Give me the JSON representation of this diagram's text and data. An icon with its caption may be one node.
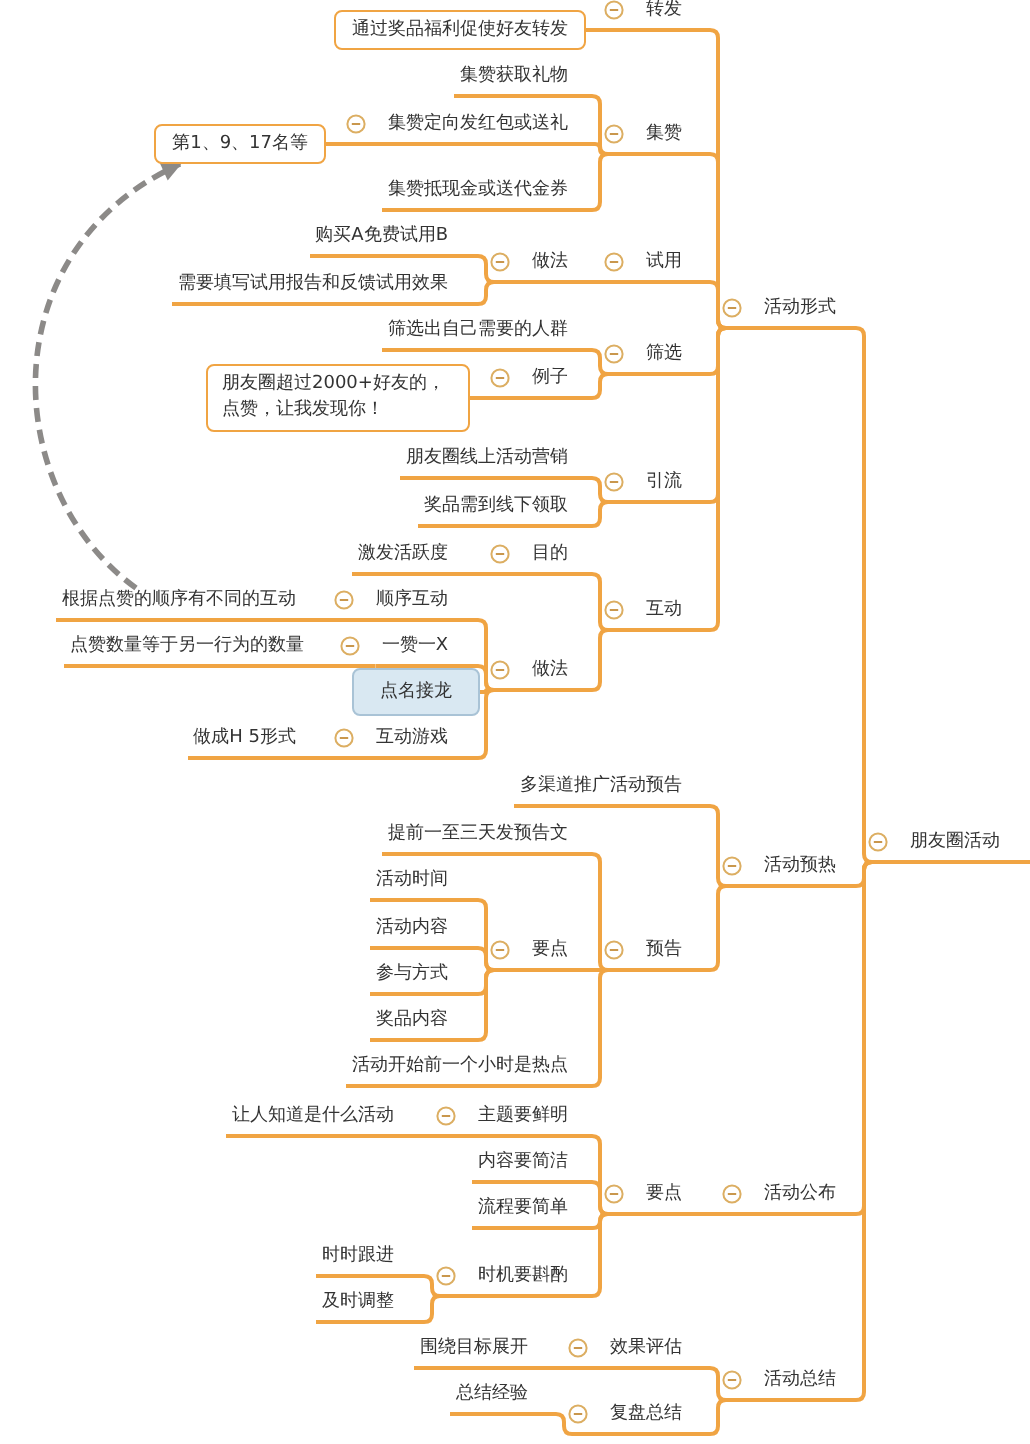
{
  "diagram": {
    "nodes": [
      {
        "text": [
          "朋友圈活动"
        ]
      },
      {
        "text": [
          "活动形式"
        ]
      },
      {
        "text": [
          "转发"
        ]
      },
      {
        "text": [
          "通过奖品福利促使好友转发"
        ]
      },
      {
        "text": [
          "集赞"
        ]
      },
      {
        "text": [
          "集赞获取礼物"
        ]
      },
      {
        "text": [
          "集赞定向发红包或送礼"
        ]
      },
      {
        "text": [
          "第1、9、17名等"
        ]
      },
      {
        "text": [
          "集赞抵现金或送代金券"
        ]
      },
      {
        "text": [
          "试用"
        ]
      },
      {
        "text": [
          "做法"
        ]
      },
      {
        "text": [
          "购买A免费试用B"
        ]
      },
      {
        "text": [
          "需要填写试用报告和反馈试用效果"
        ]
      },
      {
        "text": [
          "筛选"
        ]
      },
      {
        "text": [
          "筛选出自己需要的人群"
        ]
      },
      {
        "text": [
          "例子"
        ]
      },
      {
        "text": [
          "朋友圈超过2000+好友的，点赞，让我发现你！"
        ]
      },
      {
        "text": [
          "引流"
        ]
      },
      {
        "text": [
          "朋友圈线上活动营销"
        ]
      },
      {
        "text": [
          "奖品需到线下领取"
        ]
      },
      {
        "text": [
          "互动"
        ]
      },
      {
        "text": [
          "目的"
        ]
      },
      {
        "text": [
          "激发活跃度"
        ]
      },
      {
        "text": [
          "做法"
        ]
      },
      {
        "text": [
          "顺序互动"
        ]
      },
      {
        "text": [
          "根据点赞的顺序有不同的互动"
        ]
      },
      {
        "text": [
          "一赞一X"
        ]
      },
      {
        "text": [
          "点赞数量等于另一行为的数量"
        ]
      },
      {
        "text": [
          "点名接龙"
        ]
      },
      {
        "text": [
          "互动游戏"
        ]
      },
      {
        "text": [
          "做成H 5形式"
        ]
      },
      {
        "text": [
          "活动预热"
        ]
      },
      {
        "text": [
          "多渠道推广活动预告"
        ]
      },
      {
        "text": [
          "预告"
        ]
      },
      {
        "text": [
          "提前一至三天发预告文"
        ]
      },
      {
        "text": [
          "要点"
        ]
      },
      {
        "text": [
          "活动时间"
        ]
      },
      {
        "text": [
          "活动内容"
        ]
      },
      {
        "text": [
          "参与方式"
        ]
      },
      {
        "text": [
          "奖品内容"
        ]
      },
      {
        "text": [
          "活动开始前一个小时是热点"
        ]
      },
      {
        "text": [
          "活动公布"
        ]
      },
      {
        "text": [
          "要点"
        ]
      },
      {
        "text": [
          "主题要鲜明"
        ]
      },
      {
        "text": [
          "让人知道是什么活动"
        ]
      },
      {
        "text": [
          "内容要简洁"
        ]
      },
      {
        "text": [
          "流程要简单"
        ]
      },
      {
        "text": [
          "时机要斟酌"
        ]
      },
      {
        "text": [
          "时时跟进"
        ]
      },
      {
        "text": [
          "及时调整"
        ]
      },
      {
        "text": [
          "活动总结"
        ]
      },
      {
        "text": [
          "效果评估"
        ]
      },
      {
        "text": [
          "围绕目标展开"
        ]
      },
      {
        "text": [
          "复盘总结"
        ]
      },
      {
        "text": [
          "总结经验"
        ]
      }
    ],
    "edges": [
      {
        "from": 0,
        "to": 1,
        "arrow": "none"
      },
      {
        "from": 1,
        "to": 2,
        "arrow": "none"
      },
      {
        "from": 2,
        "to": 3,
        "arrow": "none"
      },
      {
        "from": 1,
        "to": 4,
        "arrow": "none"
      },
      {
        "from": 4,
        "to": 5,
        "arrow": "none"
      },
      {
        "from": 4,
        "to": 6,
        "arrow": "none"
      },
      {
        "from": 6,
        "to": 7,
        "arrow": "none"
      },
      {
        "from": 4,
        "to": 8,
        "arrow": "none"
      },
      {
        "from": 1,
        "to": 9,
        "arrow": "none"
      },
      {
        "from": 9,
        "to": 10,
        "arrow": "none"
      },
      {
        "from": 10,
        "to": 11,
        "arrow": "none"
      },
      {
        "from": 10,
        "to": 12,
        "arrow": "none"
      },
      {
        "from": 1,
        "to": 13,
        "arrow": "none"
      },
      {
        "from": 13,
        "to": 14,
        "arrow": "none"
      },
      {
        "from": 13,
        "to": 15,
        "arrow": "none"
      },
      {
        "from": 15,
        "to": 16,
        "arrow": "none"
      },
      {
        "from": 1,
        "to": 17,
        "arrow": "none"
      },
      {
        "from": 17,
        "to": 18,
        "arrow": "none"
      },
      {
        "from": 17,
        "to": 19,
        "arrow": "none"
      },
      {
        "from": 1,
        "to": 20,
        "arrow": "none"
      },
      {
        "from": 20,
        "to": 21,
        "arrow": "none"
      },
      {
        "from": 21,
        "to": 22,
        "arrow": "none"
      },
      {
        "from": 20,
        "to": 23,
        "arrow": "none"
      },
      {
        "from": 23,
        "to": 24,
        "arrow": "none"
      },
      {
        "from": 24,
        "to": 25,
        "arrow": "none"
      },
      {
        "from": 23,
        "to": 26,
        "arrow": "none"
      },
      {
        "from": 26,
        "to": 27,
        "arrow": "none"
      },
      {
        "from": 23,
        "to": 28,
        "arrow": "none"
      },
      {
        "from": 23,
        "to": 29,
        "arrow": "none"
      },
      {
        "from": 29,
        "to": 30,
        "arrow": "none"
      },
      {
        "from": 0,
        "to": 31,
        "arrow": "none"
      },
      {
        "from": 31,
        "to": 32,
        "arrow": "none"
      },
      {
        "from": 31,
        "to": 33,
        "arrow": "none"
      },
      {
        "from": 33,
        "to": 34,
        "arrow": "none"
      },
      {
        "from": 33,
        "to": 35,
        "arrow": "none"
      },
      {
        "from": 35,
        "to": 36,
        "arrow": "none"
      },
      {
        "from": 35,
        "to": 37,
        "arrow": "none"
      },
      {
        "from": 35,
        "to": 38,
        "arrow": "none"
      },
      {
        "from": 35,
        "to": 39,
        "arrow": "none"
      },
      {
        "from": 33,
        "to": 40,
        "arrow": "none"
      },
      {
        "from": 0,
        "to": 41,
        "arrow": "none"
      },
      {
        "from": 41,
        "to": 42,
        "arrow": "none"
      },
      {
        "from": 42,
        "to": 43,
        "arrow": "none"
      },
      {
        "from": 43,
        "to": 44,
        "arrow": "none"
      },
      {
        "from": 42,
        "to": 45,
        "arrow": "none"
      },
      {
        "from": 42,
        "to": 46,
        "arrow": "none"
      },
      {
        "from": 42,
        "to": 47,
        "arrow": "none"
      },
      {
        "from": 47,
        "to": 48,
        "arrow": "none"
      },
      {
        "from": 47,
        "to": 49,
        "arrow": "none"
      },
      {
        "from": 0,
        "to": 50,
        "arrow": "none"
      },
      {
        "from": 50,
        "to": 51,
        "arrow": "none"
      },
      {
        "from": 51,
        "to": 52,
        "arrow": "none"
      },
      {
        "from": 50,
        "to": 53,
        "arrow": "none"
      },
      {
        "from": 53,
        "to": 54,
        "arrow": "none"
      },
      {
        "from": 25,
        "to": 7,
        "arrow": "to",
        "style": "dashed",
        "color": "#8c8a88"
      }
    ]
  }
}
